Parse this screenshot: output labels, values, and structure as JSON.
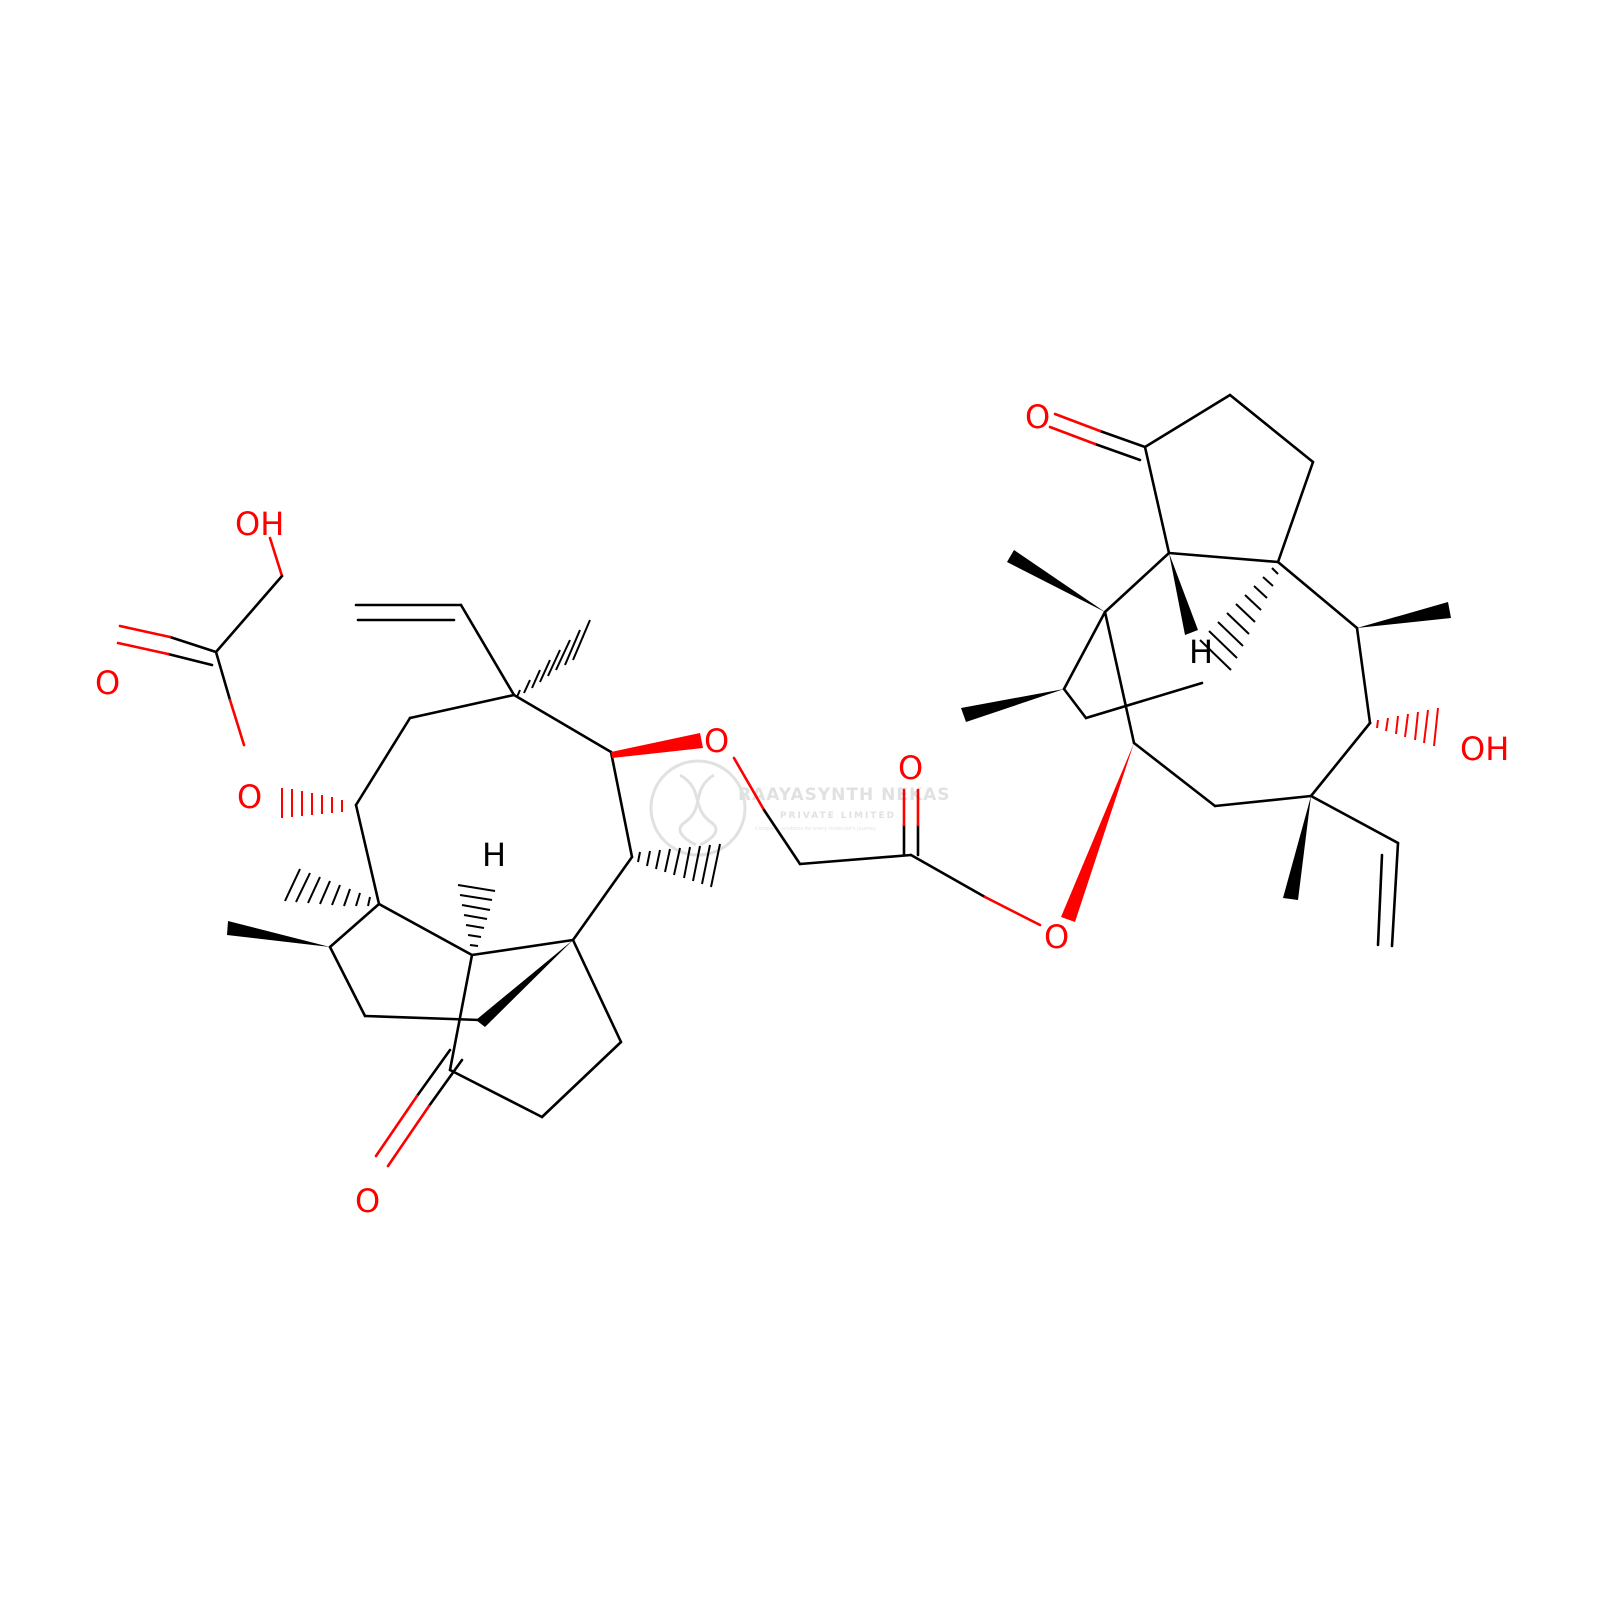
{
  "colors": {
    "bond": "#000000",
    "oxygen": "#ff0000",
    "carbon_label": "#000000",
    "watermark": "#c5ccc7"
  },
  "watermark": {
    "company": "RAAYASYNTH NEKAS",
    "subtitle": "PRIVATE LIMITED",
    "tagline": "Complete solutions for every molecule's journey",
    "logo_icon": "dna-helix-logo-icon"
  },
  "atom_labels": {
    "hydroxyl_top": "OH",
    "carbonyl_o_left_ester": "O",
    "ester_o_left": "O",
    "h_left": "H",
    "ketone_o_left": "O",
    "ether_o_middle": "O",
    "carbonyl_o_middle": "O",
    "ester_o_middle": "O",
    "ketone_o_right": "O",
    "h_right": "H",
    "hydroxyl_right": "OH"
  }
}
